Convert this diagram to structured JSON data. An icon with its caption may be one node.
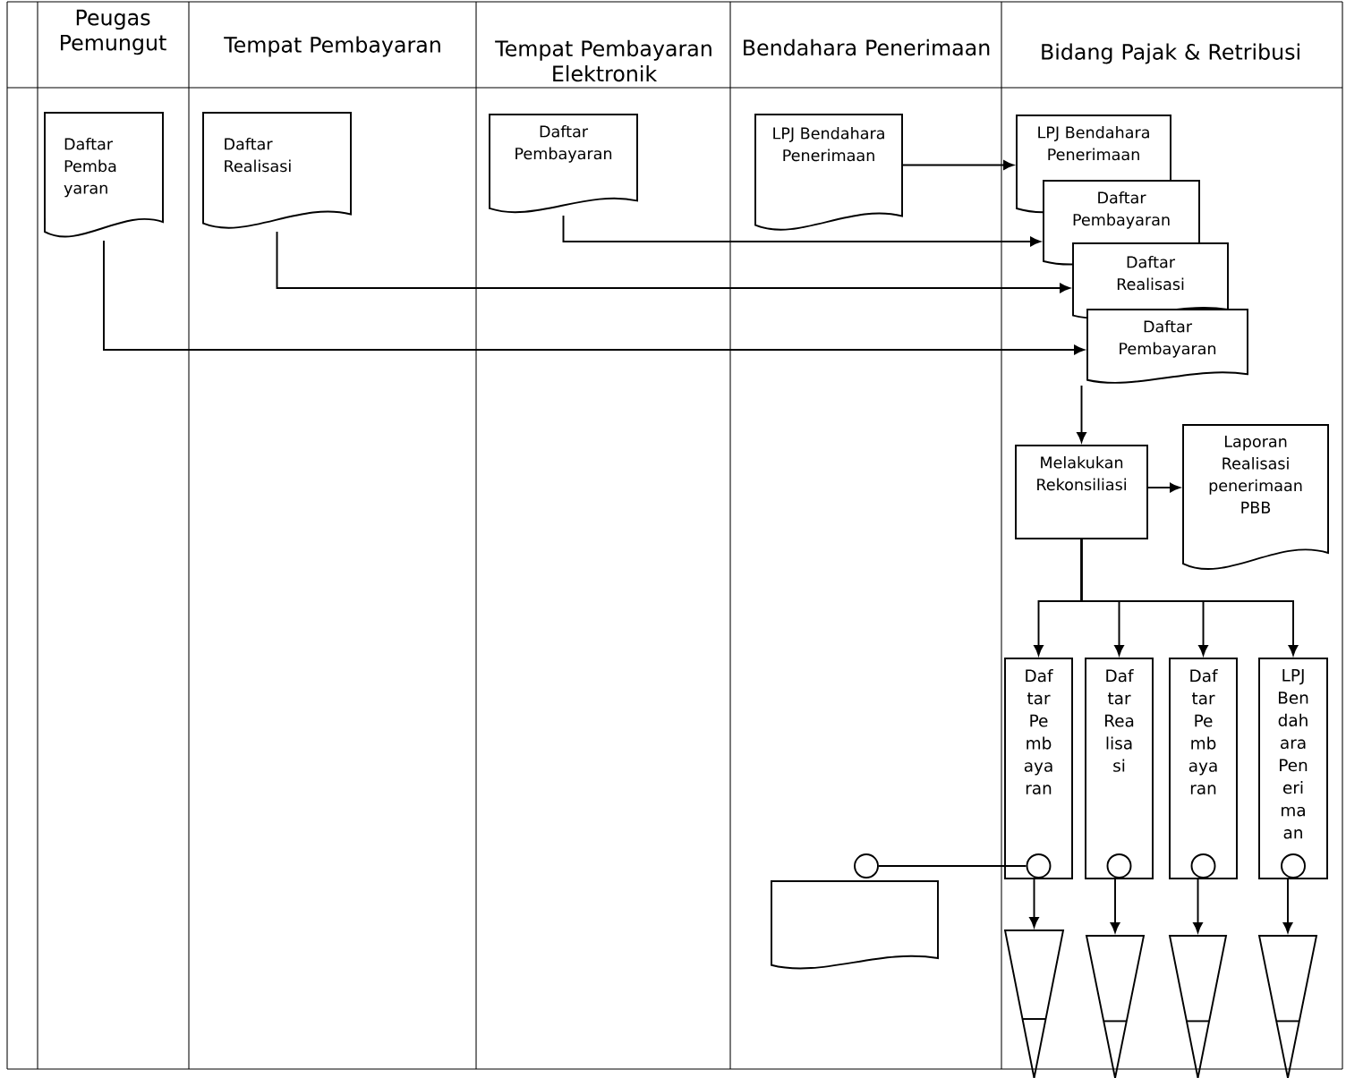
{
  "diagram": {
    "nodes": [
      {
        "text": [
          "Daftar Pemba yaran"
        ]
      },
      {
        "text": [
          "Daftar Realisasi"
        ]
      },
      {
        "text": [
          "Daftar Pembayaran"
        ]
      },
      {
        "text": [
          "LPJ Bendahara Penerimaan"
        ]
      },
      {
        "text": [
          "LPJ Bendahara Penerimaan"
        ]
      },
      {
        "text": [
          "Daftar Pembayaran"
        ]
      },
      {
        "text": [
          "Daftar Realisasi"
        ]
      },
      {
        "text": [
          "Daftar Pembayaran"
        ]
      },
      {
        "text": [
          "Melakukan Rekonsiliasi"
        ]
      },
      {
        "text": [
          "Laporan Realisasi penerimaan PBB"
        ]
      },
      {
        "text": [
          "Daf tar Pe mb aya ran"
        ]
      },
      {
        "text": [
          "Daf tar Rea lisa si"
        ]
      },
      {
        "text": [
          "Daf tar Pe mb aya ran"
        ]
      },
      {
        "text": [
          "LPJ Ben dah ara Pen eri ma an"
        ]
      },
      {
        "text": [],
        "shape": "document"
      },
      {
        "text": [],
        "shape": "circle"
      },
      {
        "text": [],
        "shape": "circle",
        "in": 10
      },
      {
        "text": [],
        "shape": "circle",
        "in": 11
      },
      {
        "text": [],
        "shape": "circle",
        "in": 12
      },
      {
        "text": [],
        "shape": "circle",
        "in": 13
      },
      {
        "text": [],
        "shape": "triangle"
      },
      {
        "text": [],
        "shape": "triangle"
      },
      {
        "text": [],
        "shape": "triangle"
      },
      {
        "text": [],
        "shape": "triangle"
      }
    ],
    "edges": [
      {
        "from": 3,
        "to": 4,
        "arrow": "to"
      },
      {
        "from": 2,
        "to": 5,
        "arrow": "to"
      },
      {
        "from": 1,
        "to": 6,
        "arrow": "to"
      },
      {
        "from": 0,
        "to": 7,
        "arrow": "to"
      },
      {
        "from": 7,
        "to": 8,
        "arrow": "to"
      },
      {
        "from": 8,
        "to": 9,
        "arrow": "to"
      },
      {
        "from": 8,
        "to": 10,
        "arrow": "to"
      },
      {
        "from": 8,
        "to": 11,
        "arrow": "to"
      },
      {
        "from": 8,
        "to": 12,
        "arrow": "to"
      },
      {
        "from": 8,
        "to": 13,
        "arrow": "to"
      },
      {
        "from": 15,
        "to": 16,
        "arrow": "none"
      },
      {
        "from": 10,
        "to": 20,
        "arrow": "to"
      },
      {
        "from": 11,
        "to": 21,
        "arrow": "to"
      },
      {
        "from": 12,
        "to": 22,
        "arrow": "to"
      },
      {
        "from": 13,
        "to": 23,
        "arrow": "to"
      }
    ],
    "labels": [
      "Peugas Pemungut",
      "Tempat Pembayaran",
      "Tempat Pembayaran Elektronik",
      "Bendahara Penerimaan",
      "Bidang Pajak & Retribusi"
    ]
  }
}
